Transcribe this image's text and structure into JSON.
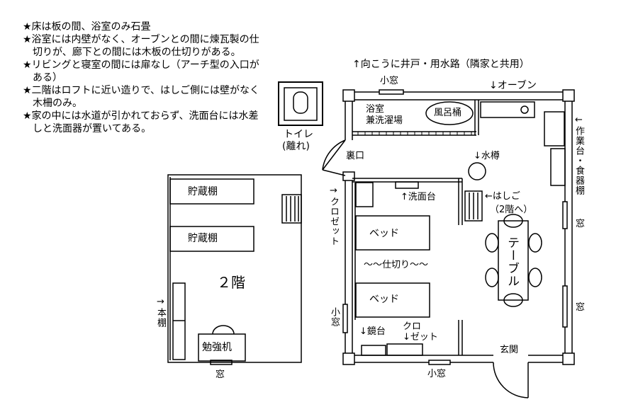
{
  "notes": [
    "★床は板の間、浴室のみ石畳",
    "★浴室には内壁がなく、オーブンとの間に煉瓦製の仕切りが、廊下との間には木板の仕切りがある。",
    "★リビングと寝室の間には扉なし（アーチ型の入口がある）",
    "★二階はロフトに近い造りで、はしご側には壁がなく木柵のみ。",
    "★家の中には水道が引かれておらず、洗面台には水差しと洗面器が置いてある。"
  ],
  "toilet": {
    "label": "トイレ",
    "sublabel": "(離れ)"
  },
  "floor2": {
    "title": "２階",
    "shelf1": "貯蔵棚",
    "shelf2": "貯蔵棚",
    "bookshelf": "→本棚",
    "desk": "勉強机",
    "window": "窓"
  },
  "floor1": {
    "well": "↑向こうに井戸・用水路（隣家と共用）",
    "small_window_top": "小窓",
    "oven": "↓オーブン",
    "bath": "浴室",
    "bath_sub": "兼洗濯場",
    "tub": "風呂桶",
    "back_door": "裏口",
    "water_barrel": "↓水樽",
    "washstand": "↑洗面台",
    "ladder": "←はしご",
    "ladder_sub": "（2階へ）",
    "closet_left": "→クロゼット",
    "bed1": "ベッド",
    "bed2": "ベッド",
    "partition": "〜〜仕切り〜〜",
    "table": "テーブル",
    "work_shelf": "←作業台・食器棚",
    "window_r1": "窓",
    "window_r2": "窓",
    "small_window_left": "小窓",
    "mirror": "↓鏡台",
    "closet_bottom_1": "クロ",
    "closet_bottom_2": "↓ゼット",
    "entrance": "玄関",
    "small_window_bottom": "小窓"
  }
}
